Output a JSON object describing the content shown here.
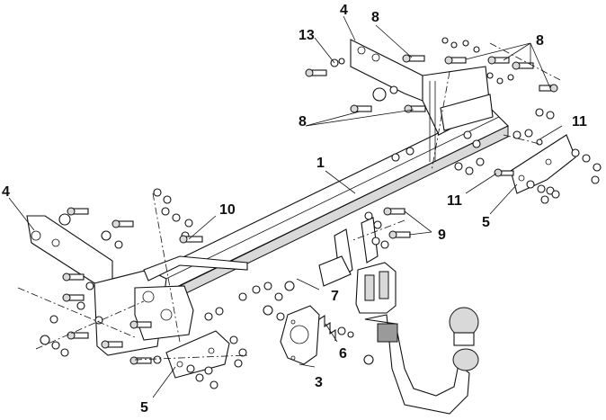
{
  "diagram": {
    "callouts": [
      {
        "id": "c1",
        "text": "1"
      },
      {
        "id": "c3",
        "text": "3"
      },
      {
        "id": "c4a",
        "text": "4"
      },
      {
        "id": "c4b",
        "text": "4"
      },
      {
        "id": "c5a",
        "text": "5"
      },
      {
        "id": "c5b",
        "text": "5"
      },
      {
        "id": "c6",
        "text": "6"
      },
      {
        "id": "c7",
        "text": "7"
      },
      {
        "id": "c8a",
        "text": "8"
      },
      {
        "id": "c8b",
        "text": "8"
      },
      {
        "id": "c8c",
        "text": "8"
      },
      {
        "id": "c9",
        "text": "9"
      },
      {
        "id": "c10",
        "text": "10"
      },
      {
        "id": "c11a",
        "text": "11"
      },
      {
        "id": "c11b",
        "text": "11"
      },
      {
        "id": "c13",
        "text": "13"
      }
    ]
  }
}
